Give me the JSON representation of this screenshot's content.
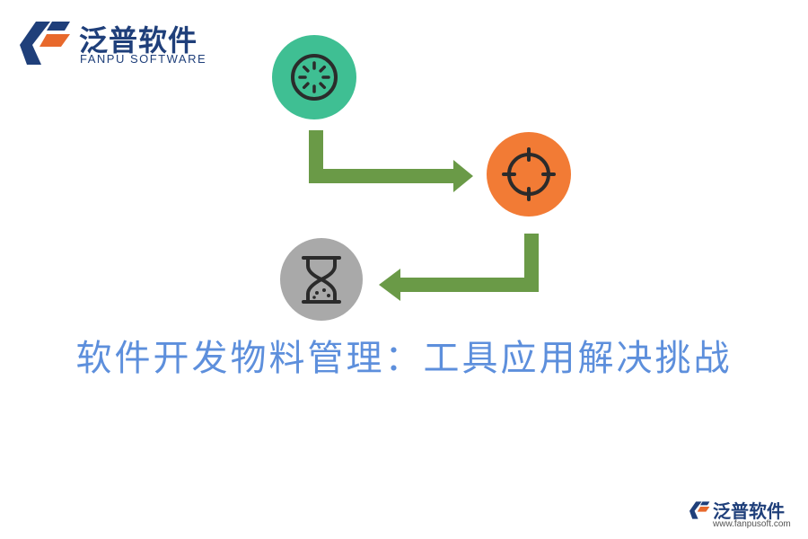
{
  "brand": {
    "name_cn": "泛普软件",
    "name_en": "FANPU SOFTWARE",
    "logo_icon": "fanpu-logo-icon",
    "colors": {
      "navy": "#1f3f7a",
      "orange": "#e8692c"
    }
  },
  "flow": {
    "arrow_color": "#6a9a47",
    "steps": [
      {
        "icon": "loading-icon",
        "color": "#3fbf93"
      },
      {
        "icon": "target-icon",
        "color": "#f27b35"
      },
      {
        "icon": "hourglass-icon",
        "color": "#a9a9a9"
      }
    ]
  },
  "headline": "软件开发物料管理：工具应用解决挑战",
  "headline_color": "#5d8fdc",
  "watermark": {
    "name_cn": "泛普软件",
    "url": "www.fanpusoft.com"
  }
}
